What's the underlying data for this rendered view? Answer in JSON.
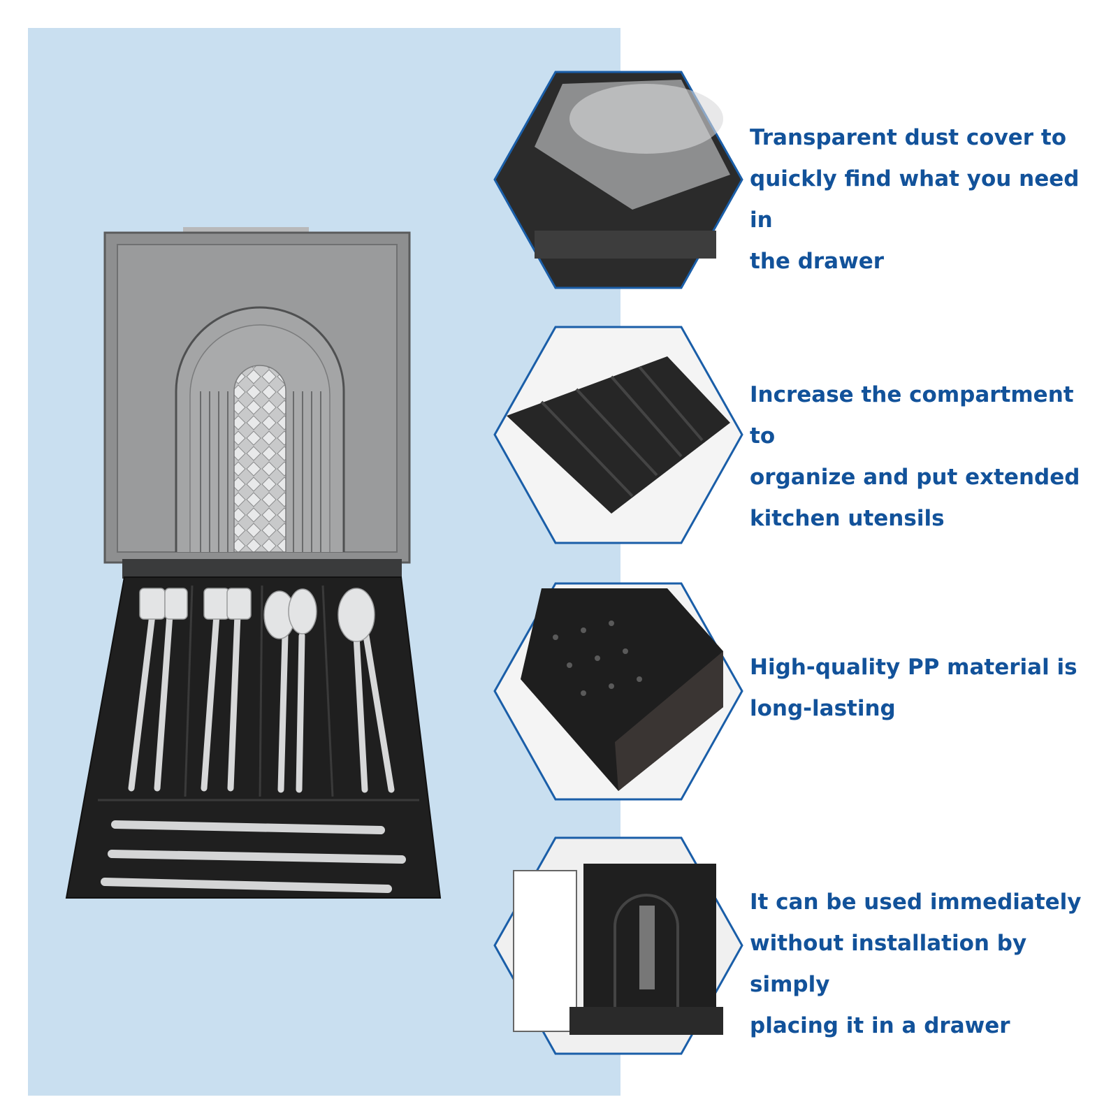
{
  "colors": {
    "panel_bg": "#c9dff0",
    "text": "#12529a",
    "hex_border": "#1a5ea8",
    "tray": "#222222",
    "lid": "#8e8f90"
  },
  "product_image": {
    "icon": "cutlery-tray-with-lid-photo"
  },
  "features": [
    {
      "icon": "dust-cover-photo",
      "text": "Transparent dust cover to\nquickly find what you need in\nthe drawer"
    },
    {
      "icon": "compartment-tray-photo",
      "text": "Increase the compartment to\norganize and put extended\nkitchen utensils"
    },
    {
      "icon": "pp-material-corner-photo",
      "text": "High-quality PP material is\nlong-lasting"
    },
    {
      "icon": "drawer-placement-photo",
      "text": "It can be used immediately\nwithout installation by simply\nplacing it in a drawer"
    }
  ]
}
